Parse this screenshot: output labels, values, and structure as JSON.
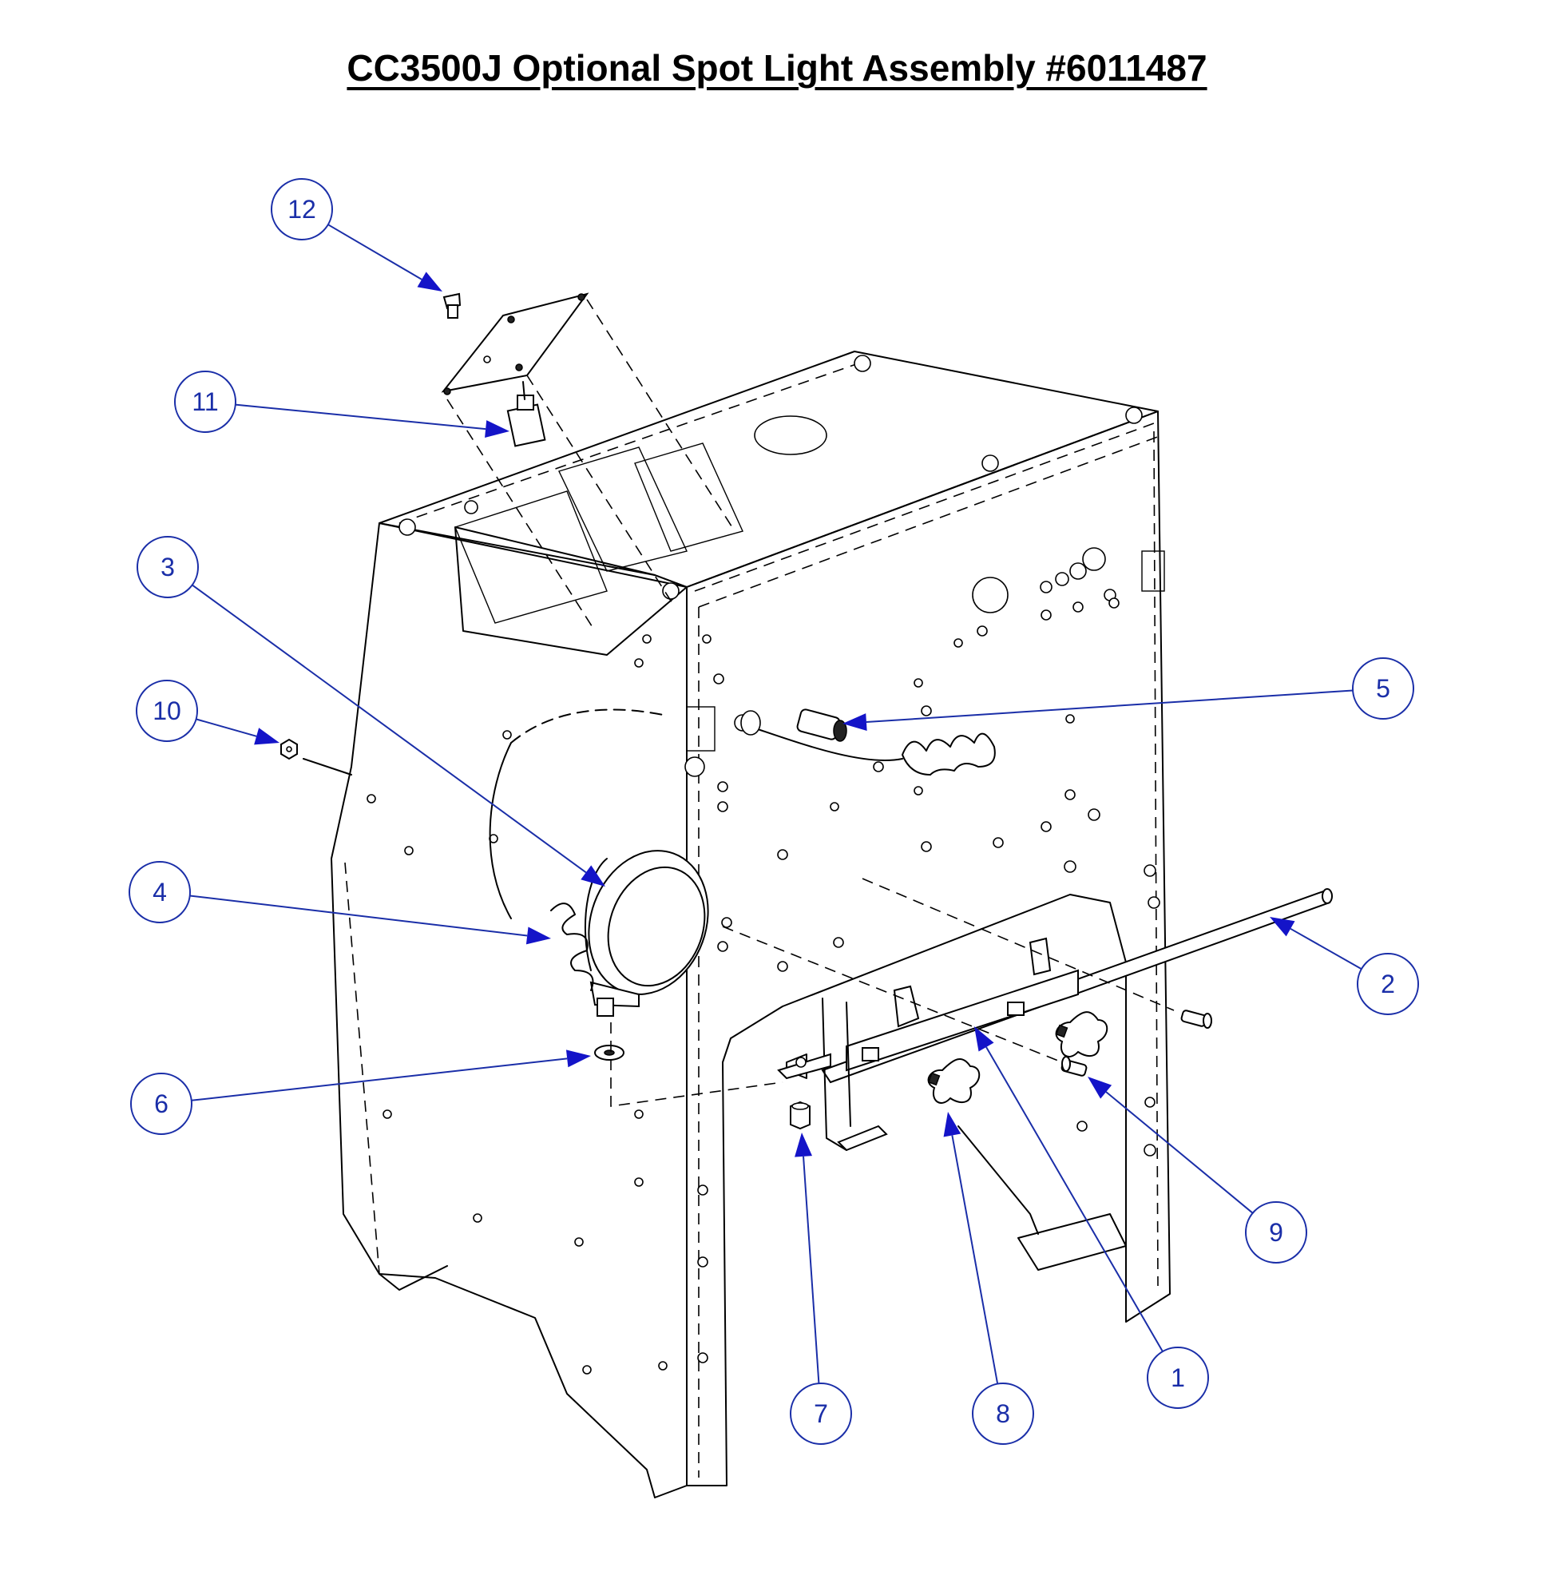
{
  "title": "CC3500J Optional Spot Light Assembly #6011487",
  "callouts": [
    {
      "label": "1"
    },
    {
      "label": "2"
    },
    {
      "label": "3"
    },
    {
      "label": "4"
    },
    {
      "label": "5"
    },
    {
      "label": "6"
    },
    {
      "label": "7"
    },
    {
      "label": "8"
    },
    {
      "label": "9"
    },
    {
      "label": "10"
    },
    {
      "label": "11"
    },
    {
      "label": "12"
    }
  ],
  "colors": {
    "callout": "#1a2ea8",
    "arrow": "#1414c8",
    "line": "#000000"
  }
}
